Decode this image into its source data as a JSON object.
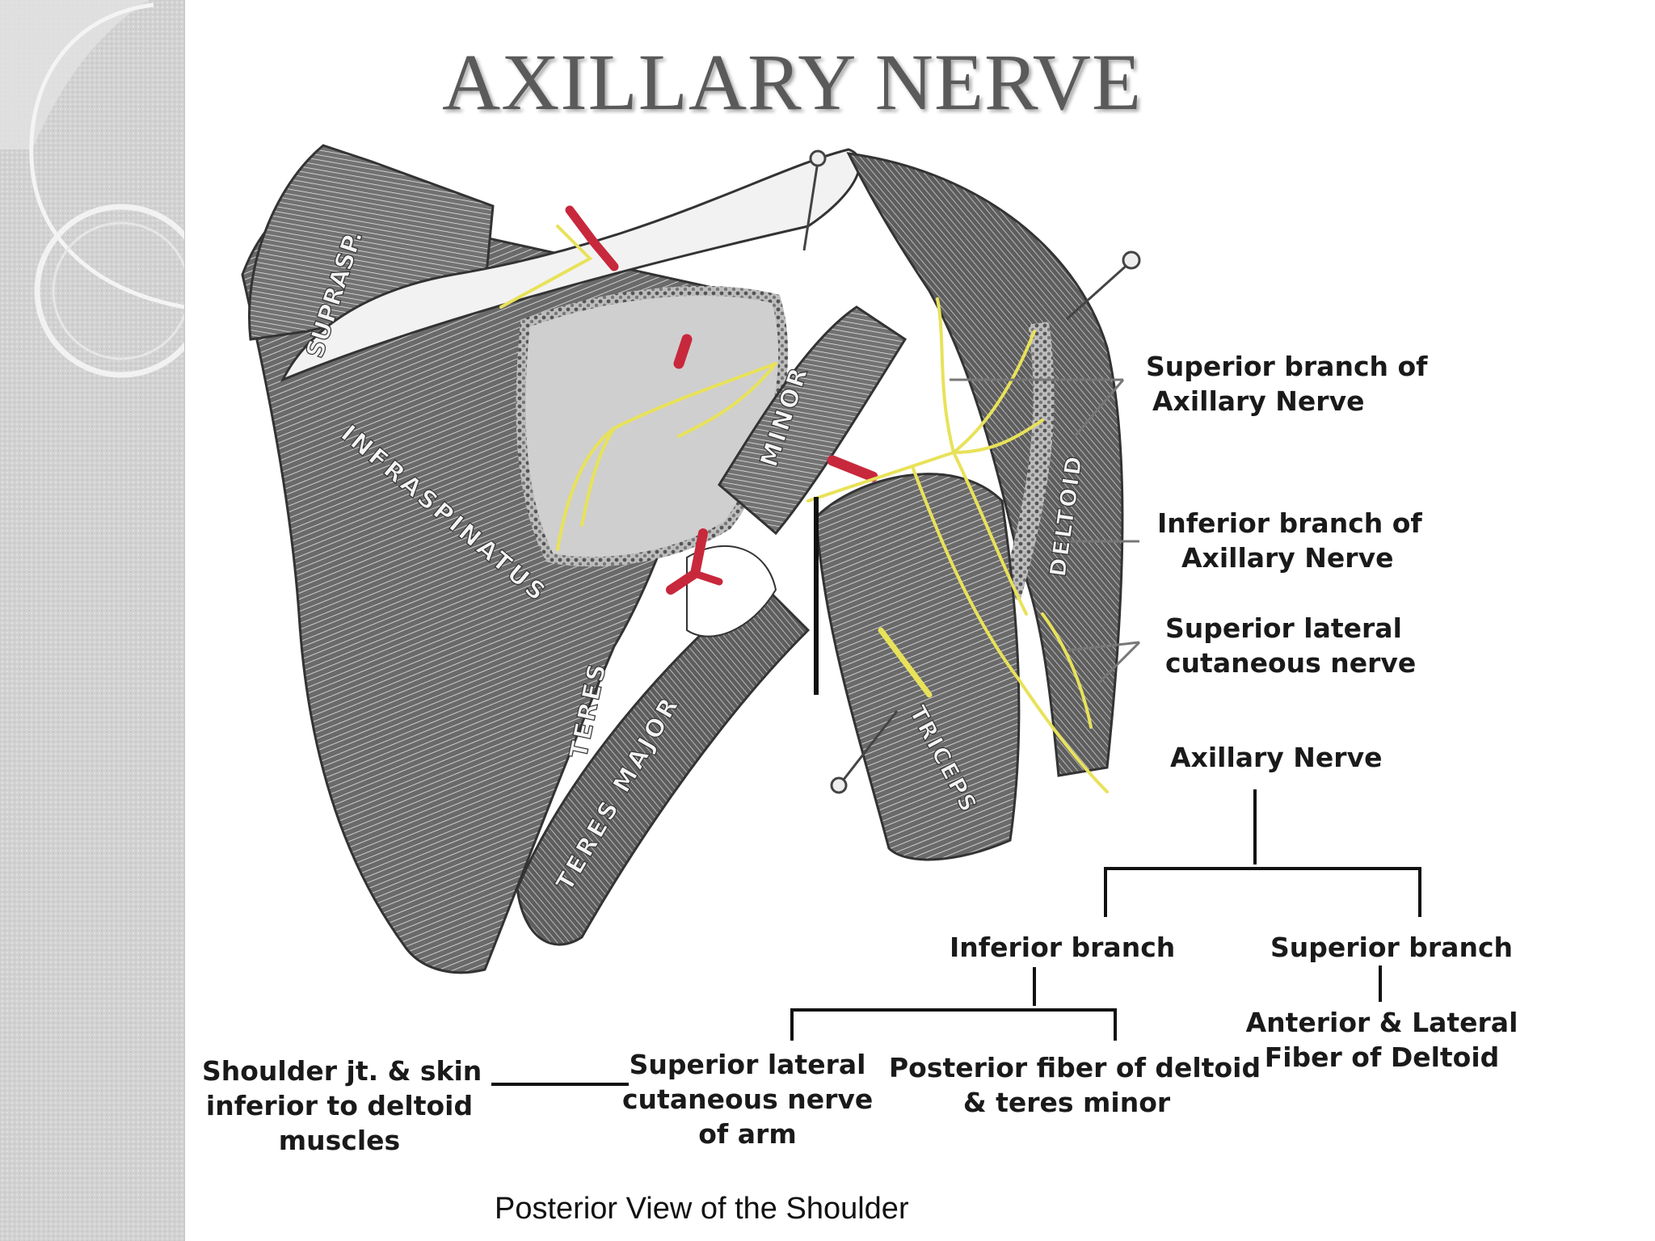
{
  "slide": {
    "title": "AXILLARY NERVE",
    "caption": "Posterior View of the Shoulder"
  },
  "muscle_labels": {
    "supraspinatus": "SUPRASP.",
    "infraspinatus": "INFRASPINATUS",
    "teres_minor_word1": "TERES",
    "teres_minor_word2": "MINOR",
    "teres_major": "TERES MAJOR",
    "deltoid": "DELTOID",
    "triceps": "TRICEPS"
  },
  "callouts": {
    "superior_branch": [
      "Superior branch of",
      "Axillary Nerve"
    ],
    "inferior_branch": [
      "Inferior branch of",
      "Axillary Nerve"
    ],
    "superior_lateral": [
      "Superior lateral",
      "cutaneous nerve"
    ]
  },
  "tree": {
    "root": "Axillary Nerve",
    "inferior": "Inferior branch",
    "superior": "Superior branch",
    "superior_child": [
      "Anterior & Lateral",
      "Fiber of Deltoid"
    ],
    "inferior_child_1": [
      "Superior lateral",
      "cutaneous nerve",
      "of arm"
    ],
    "inferior_child_2": [
      "Posterior fiber of deltoid",
      "& teres minor"
    ],
    "side_note": [
      "Shoulder jt. & skin",
      "inferior to deltoid",
      "muscles"
    ]
  },
  "colors": {
    "nerve": "#e8e25a",
    "artery": "#c8283c",
    "muscle_dark": "#4b4b4b",
    "muscle_light": "#9a9a9a",
    "bone": "#f2f2f2"
  }
}
